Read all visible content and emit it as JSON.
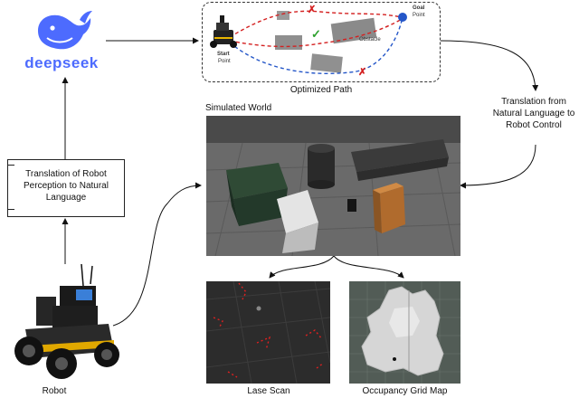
{
  "brand": {
    "name": "deepseek",
    "color": "#4d6bfe"
  },
  "path_box": {
    "caption": "Optimized Path",
    "start_label": "Start",
    "start_sub": "Point",
    "goal_label": "Goal",
    "goal_sub": "Point",
    "obstacle_label": "Obstacle",
    "ok_mark": "✓",
    "fail_mark": "✗"
  },
  "translation_nl": {
    "lines": [
      "Translation from",
      "Natural Language to",
      "Robot Control"
    ]
  },
  "translation_perception": {
    "lines": [
      "Translation of Robot",
      "Perception to Natural",
      "Language"
    ]
  },
  "simulated_world": {
    "label": "Simulated World"
  },
  "robot": {
    "label": "Robot"
  },
  "lase_scan": {
    "label": "Lase Scan"
  },
  "occupancy": {
    "label": "Occupancy Grid Map"
  },
  "colors": {
    "red_path": "#d42020",
    "blue_path": "#2456c8",
    "ok": "#2fa12f",
    "fail": "#d42020"
  },
  "icons": [
    "whale-icon",
    "robot-icon",
    "check-icon",
    "cross-icon",
    "goal-point-icon"
  ]
}
